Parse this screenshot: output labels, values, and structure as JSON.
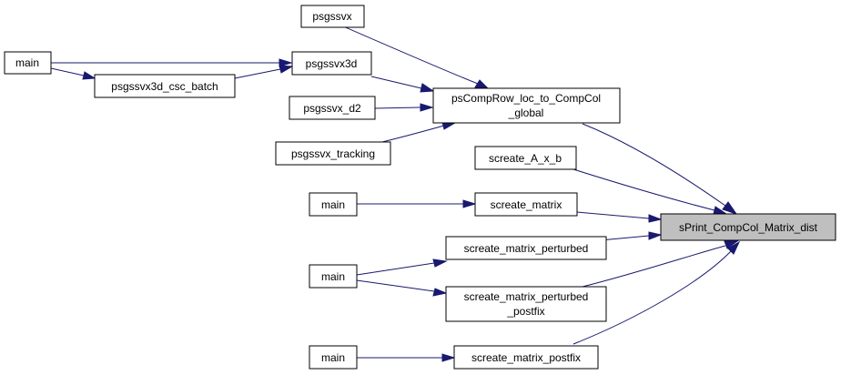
{
  "nodes": {
    "target": {
      "lines": [
        "sPrint_CompCol_Matrix_dist"
      ]
    },
    "pscomprow": {
      "lines": [
        "psCompRow_loc_to_CompCol",
        "_global"
      ]
    },
    "psgssvx": {
      "lines": [
        "psgssvx"
      ]
    },
    "psgssvx3d": {
      "lines": [
        "psgssvx3d"
      ]
    },
    "main1": {
      "lines": [
        "main"
      ]
    },
    "batch": {
      "lines": [
        "psgssvx3d_csc_batch"
      ]
    },
    "psgssvx_d2": {
      "lines": [
        "psgssvx_d2"
      ]
    },
    "psgssvx_tracking": {
      "lines": [
        "psgssvx_tracking"
      ]
    },
    "screate_A_x_b": {
      "lines": [
        "screate_A_x_b"
      ]
    },
    "screate_matrix": {
      "lines": [
        "screate_matrix"
      ]
    },
    "main2": {
      "lines": [
        "main"
      ]
    },
    "screate_matrix_perturbed": {
      "lines": [
        "screate_matrix_perturbed"
      ]
    },
    "main3": {
      "lines": [
        "main"
      ]
    },
    "screate_matrix_perturbed_postfix": {
      "lines": [
        "screate_matrix_perturbed",
        "_postfix"
      ]
    },
    "main4": {
      "lines": [
        "main"
      ]
    },
    "screate_matrix_postfix": {
      "lines": [
        "screate_matrix_postfix"
      ]
    }
  },
  "colors": {
    "edge": "#191970",
    "focus_fill": "#bfbfbf"
  }
}
